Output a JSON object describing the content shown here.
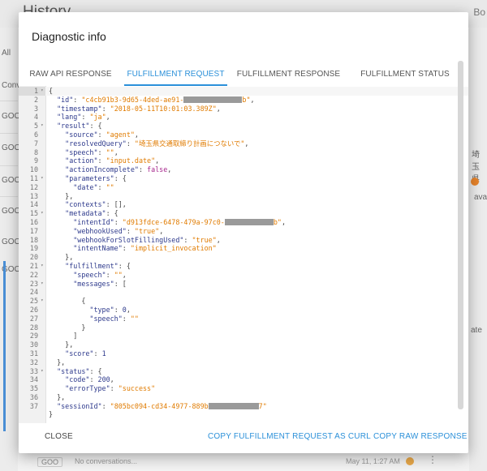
{
  "background": {
    "page_title": "History",
    "top_right": "Bo",
    "left_rows": [
      "All",
      "Conv",
      "GOO",
      "GOO",
      "GOO",
      "GOO",
      "GOO",
      "GOO"
    ],
    "right_texts": [
      "埼玉県",
      "ava",
      "ate"
    ],
    "bottom_row": {
      "chip": "GOO",
      "text": "No conversations...",
      "date": "May 11, 1:27 AM",
      "more": "⋮"
    }
  },
  "dialog": {
    "title": "Diagnostic info",
    "tabs": [
      {
        "label": "RAW API RESPONSE",
        "active": false
      },
      {
        "label": "FULFILLMENT REQUEST",
        "active": true
      },
      {
        "label": "FULFILLMENT RESPONSE",
        "active": false
      },
      {
        "label": "FULFILLMENT STATUS",
        "active": false
      }
    ],
    "actions": {
      "close": "CLOSE",
      "copy_curl": "COPY FULFILLMENT REQUEST AS CURL",
      "copy_raw": "COPY RAW RESPONSE"
    },
    "code": {
      "line_numbers": [
        "1",
        "2",
        "3",
        "4",
        "5",
        "6",
        "7",
        "8",
        "9",
        "10",
        "11",
        "12",
        "13",
        "14",
        "15",
        "16",
        "17",
        "18",
        "19",
        "20",
        "21",
        "22",
        "23",
        "24",
        "25",
        "26",
        "27",
        "28",
        "29",
        "30",
        "31",
        "32",
        "33",
        "34",
        "35",
        "36",
        "37"
      ],
      "id_value_prefix": "\"c4cb91b3-9d65-4ded-ae91-",
      "id_value_suffix": "b\"",
      "timestamp_value": "\"2018-05-11T10:01:03.389Z\"",
      "lang_value": "\"ja\"",
      "source_value": "\"agent\"",
      "resolved_query_value": "\"埼玉県交通取締り計画につないで\"",
      "speech_value": "\"\"",
      "action_value": "\"input.date\"",
      "action_incomplete_value": "false",
      "date_value": "\"\"",
      "intent_id_prefix": "\"d913fdce-6478-479a-97c0-",
      "intent_id_suffix": "b\"",
      "webhook_used_value": "\"true\"",
      "webhook_slot_value": "\"true\"",
      "intent_name_value": "\"implicit_invocation\"",
      "type_value": "0",
      "score_value": "1",
      "code_value": "200",
      "error_type_value": "\"success\"",
      "session_id_prefix": "\"805bc094-cd34-4977-889b",
      "session_id_suffix": "7\""
    }
  },
  "colors": {
    "accent": "#2b90d9",
    "json_key": "#2e3a8c",
    "json_string": "#e07b00",
    "json_boolean": "#a6278c"
  }
}
